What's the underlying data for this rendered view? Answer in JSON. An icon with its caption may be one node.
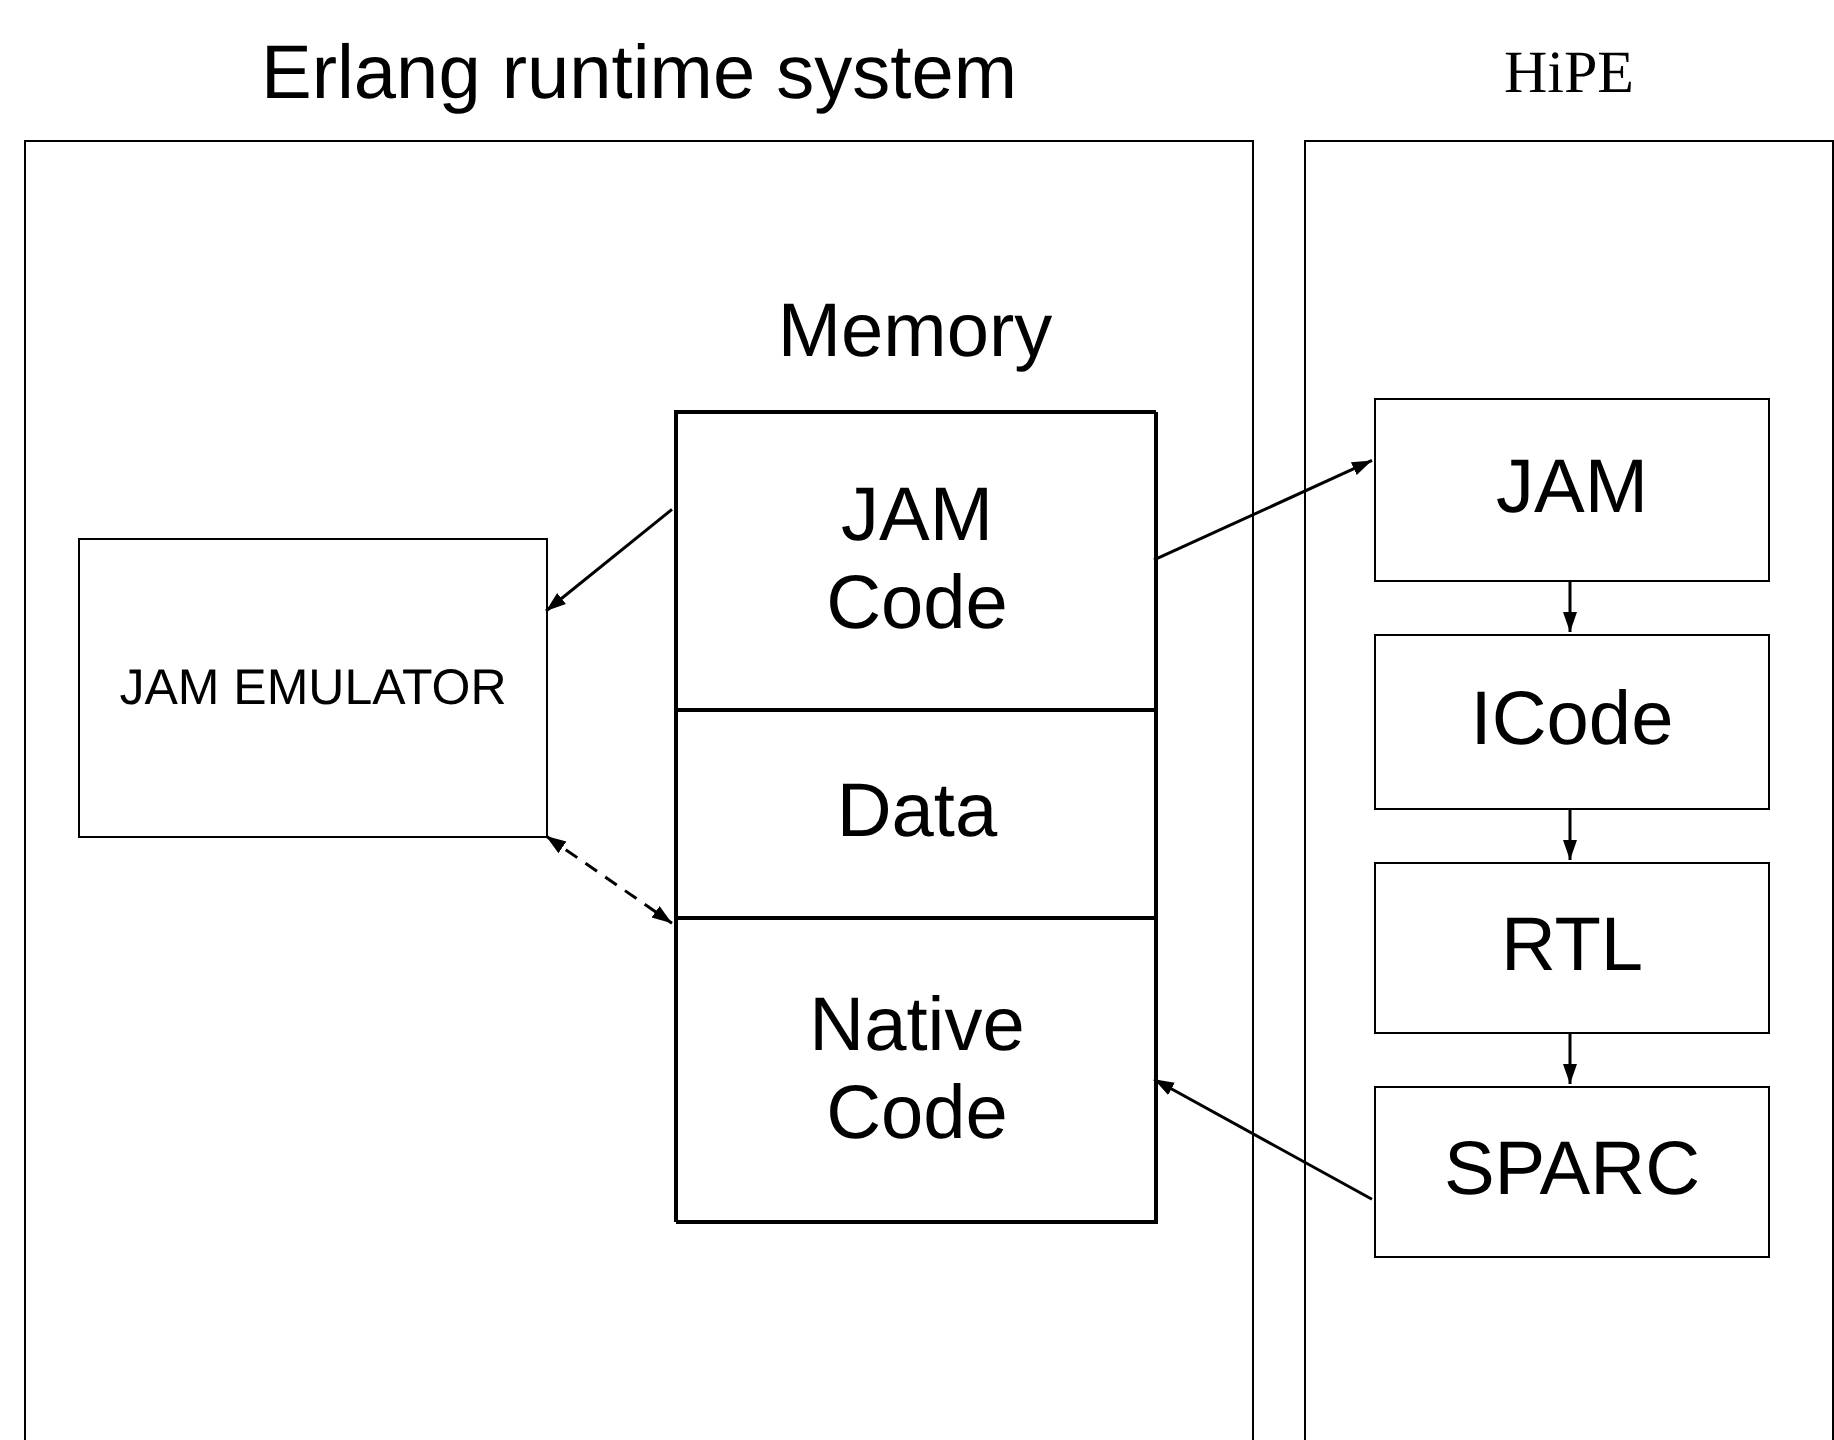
{
  "diagram": {
    "nodes": [
      {
        "text": [
          "Erlang runtime system"
        ]
      },
      {
        "text": [
          "HiPE"
        ]
      },
      {
        "text": [
          "Memory"
        ],
        "in": 0
      },
      {
        "text": [
          "JAM Code"
        ],
        "in": 2
      },
      {
        "text": [
          "Data"
        ],
        "in": 2
      },
      {
        "text": [
          "Native Code"
        ],
        "in": 2
      },
      {
        "text": [
          "JAM EMULATOR"
        ],
        "in": 0
      },
      {
        "text": [
          "JAM"
        ],
        "in": 1
      },
      {
        "text": [
          "ICode"
        ],
        "in": 1
      },
      {
        "text": [
          "RTL"
        ],
        "in": 1
      },
      {
        "text": [
          "SPARC"
        ],
        "in": 1
      }
    ],
    "edges": [
      {
        "from": 3,
        "to": 6,
        "arrow": "to"
      },
      {
        "from": 3,
        "to": 7,
        "arrow": "to"
      },
      {
        "from": 7,
        "to": 8,
        "arrow": "to"
      },
      {
        "from": 8,
        "to": 9,
        "arrow": "to"
      },
      {
        "from": 9,
        "to": 10,
        "arrow": "to"
      },
      {
        "from": 10,
        "to": 5,
        "arrow": "to"
      },
      {
        "from": 6,
        "to": 5,
        "arrow": "both",
        "style": "dashed"
      }
    ]
  }
}
